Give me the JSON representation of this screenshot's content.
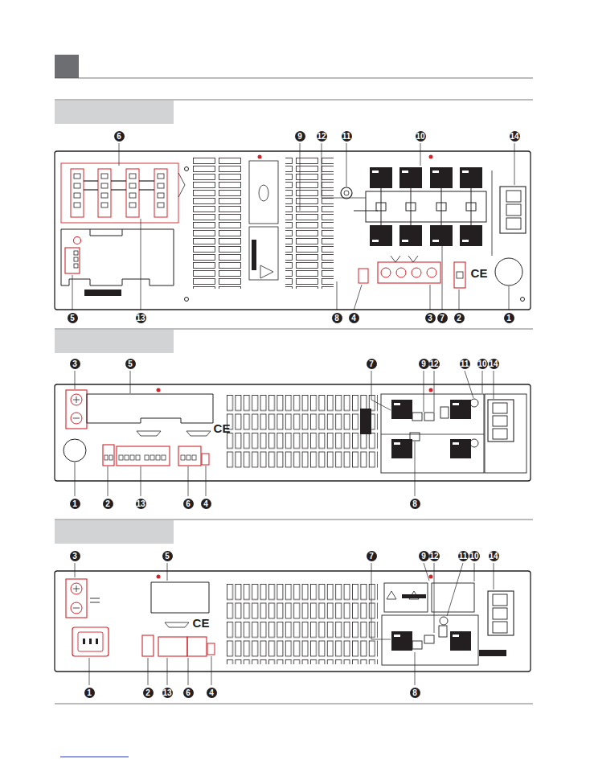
{
  "diagram": {
    "labels": [
      "6",
      "9",
      "12",
      "11",
      "10",
      "14",
      "5",
      "13",
      "8",
      "4",
      "3",
      "7",
      "2",
      "1",
      "CE",
      "3",
      "5",
      "7",
      "9",
      "12",
      "11",
      "10",
      "14",
      "1",
      "2",
      "13",
      "6",
      "4",
      "8",
      "CE",
      "3",
      "5",
      "7",
      "9",
      "12",
      "11",
      "10",
      "14",
      "1",
      "2",
      "13",
      "6",
      "4",
      "8",
      "CE"
    ]
  }
}
